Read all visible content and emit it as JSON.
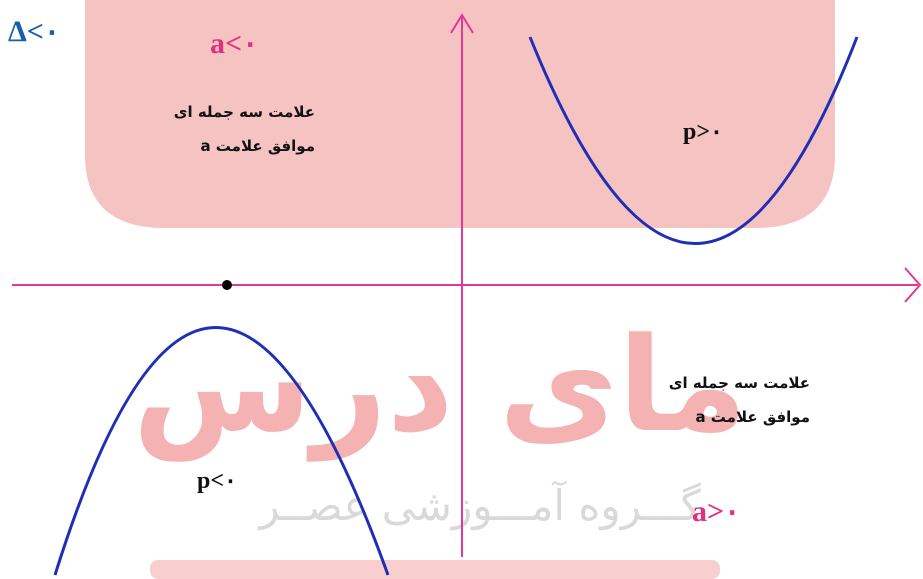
{
  "labels": {
    "delta": "Δ<٠",
    "a_neg": "a<٠",
    "a_pos": "a>٠",
    "p_pos": "p>٠",
    "p_neg": "p<٠",
    "note_top_line1": "علامت سه جمله ای",
    "note_top_line2": "موافق علامت a",
    "note_bottom_line1": "علامت سه جمله ای",
    "note_bottom_line2": "موافق علامت a"
  },
  "watermark": {
    "brand": "مای درس",
    "group": "گـــروه آمـــوزشی عصــر"
  },
  "colors": {
    "axis": "#e0399a",
    "curve": "#1f2fb5",
    "accent_pink": "#e0307f",
    "delta_blue": "#1a5ea8",
    "watermark": "#f2a6a6"
  }
}
